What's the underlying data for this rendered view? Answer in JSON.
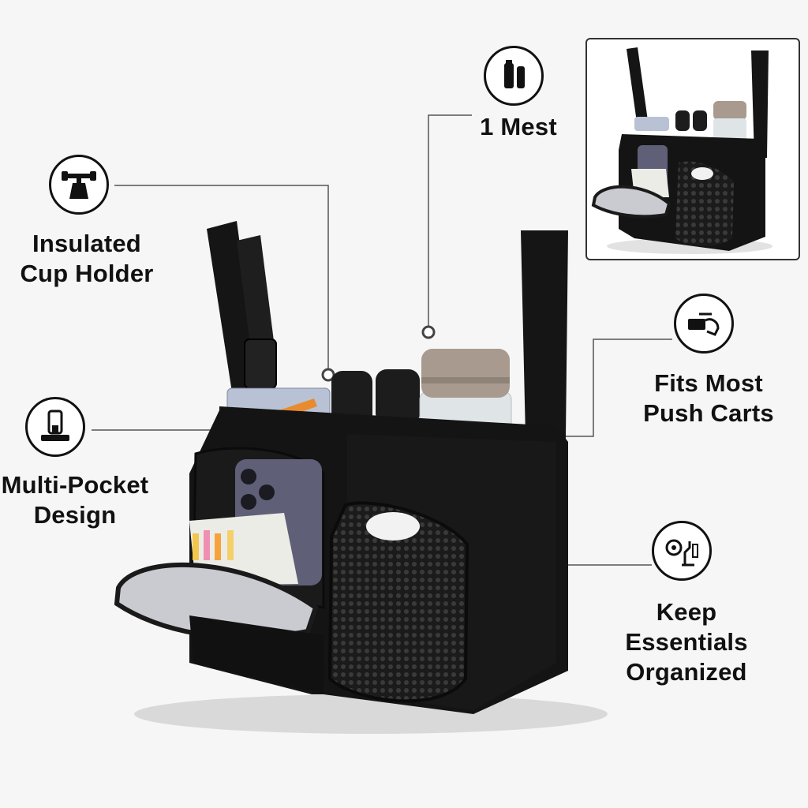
{
  "features": {
    "insulated": {
      "line1": "Insulated",
      "line2": "Cup Holder",
      "icon": "cup-holder-icon"
    },
    "mest": {
      "text": "1 Mest",
      "icon": "bottle-icon"
    },
    "pockets": {
      "line1": "Multi-Pocket",
      "line2": "Design",
      "icon": "phone-pocket-icon"
    },
    "carts": {
      "line1": "Fits Most",
      "line2": "Push Carts",
      "icon": "cart-hand-icon"
    },
    "organized": {
      "line1": "Keep",
      "line2": "Essentials",
      "line3": "Organized",
      "icon": "gear-tee-icon"
    }
  },
  "colors": {
    "bag": "#141414",
    "lid": "#a89a8e",
    "flap": "#c9cbd0",
    "phone": "#5f6077",
    "mesh": "#2a2a2a",
    "background": "#f6f6f6"
  }
}
